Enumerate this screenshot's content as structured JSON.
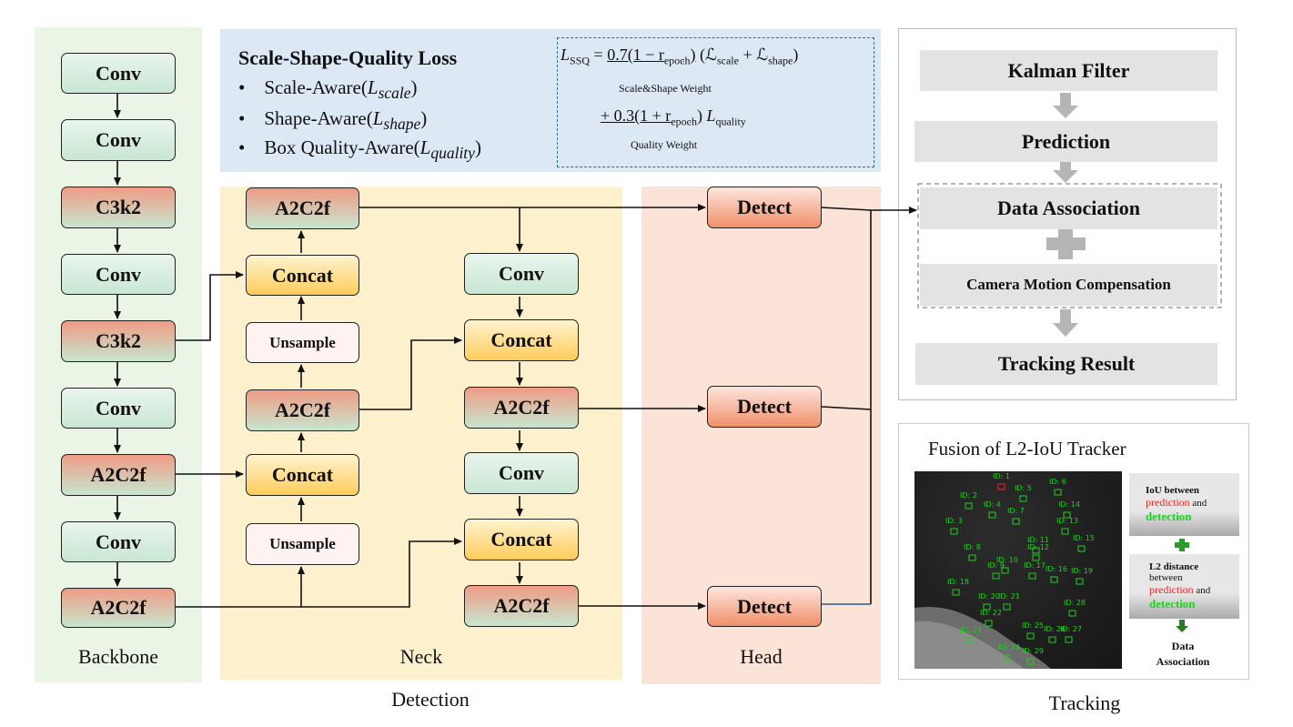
{
  "panels": {
    "backbone": "Backbone",
    "neck": "Neck",
    "head": "Head",
    "detection": "Detection",
    "tracking": "Tracking"
  },
  "backbone": {
    "b1": "Conv",
    "b2": "Conv",
    "b3": "C3k2",
    "b4": "Conv",
    "b5": "C3k2",
    "b6": "Conv",
    "b7": "A2C2f",
    "b8": "Conv",
    "b9": "A2C2f"
  },
  "neck": {
    "n_a2c2f_top": "A2C2f",
    "n_concat1": "Concat",
    "n_unsample1": "Unsample",
    "n_a2c2f_mid": "A2C2f",
    "n_concat2": "Concat",
    "n_unsample2": "Unsample",
    "n_conv1": "Conv",
    "n_concat3": "Concat",
    "n_a2c2f_r1": "A2C2f",
    "n_conv2": "Conv",
    "n_concat4": "Concat",
    "n_a2c2f_r2": "A2C2f"
  },
  "head": {
    "d1": "Detect",
    "d2": "Detect",
    "d3": "Detect"
  },
  "loss": {
    "title": "Scale-Shape-Quality Loss",
    "items": [
      "Scale-Aware(",
      "Shape-Aware(",
      "Box Quality-Aware("
    ],
    "subs": [
      "scale",
      "shape",
      "quality"
    ],
    "L": "L",
    "close": ")",
    "eq_lhs": "SSQ",
    "eq_term1": "0.7(1 − r",
    "eq_epoch": "epoch",
    "eq_term1b": ")",
    "eq_sum": "(ℒ",
    "eq_scale": "scale",
    "eq_plus": " + ℒ",
    "eq_shape": "shape",
    "eq_sumclose": ")",
    "eq_brace1": "Scale&Shape Weight",
    "eq_term2": "+ 0.3(1 + r",
    "eq_quality": "quality",
    "eq_brace2": "Quality Weight"
  },
  "tracking": {
    "kalman": "Kalman Filter",
    "prediction": "Prediction",
    "assoc": "Data Association",
    "cmc": "Camera Motion Compensation",
    "result": "Tracking Result",
    "fusion_title": "Fusion of L2-IoU Tracker",
    "iou_1": "IoU between",
    "iou_2a": "prediction",
    "iou_2b": " and",
    "iou_3": "detection",
    "l2_1": "L2 distance",
    "l2_2": "between",
    "l2_3a": "prediction",
    "l2_3b": " and",
    "l2_4": "detection",
    "da_1": "Data",
    "da_2": "Association",
    "ids": [
      "ID: 1",
      "ID: 5",
      "ID: 6",
      "ID: 2",
      "ID: 4",
      "ID: 14",
      "ID: 7",
      "ID: 3",
      "ID: 13",
      "ID: 11",
      "ID: 12",
      "ID: 15",
      "ID: 8",
      "ID: 10",
      "ID: 17",
      "ID: 9",
      "ID: 16",
      "ID: 18",
      "ID: 19",
      "ID: 20",
      "ID: 21",
      "ID: 22",
      "ID: 28",
      "ID: 25",
      "ID: 26",
      "ID: 27",
      "ID: 23",
      "ID: 24",
      "ID: 29"
    ]
  },
  "colors": {
    "backbone_bg": "#eaf5e6",
    "neck_bg": "#fdf0cc",
    "head_bg": "#fbe3d8",
    "loss_bg": "#dce9f5",
    "track_green": "#1fd11f",
    "track_red": "#ff2020"
  }
}
